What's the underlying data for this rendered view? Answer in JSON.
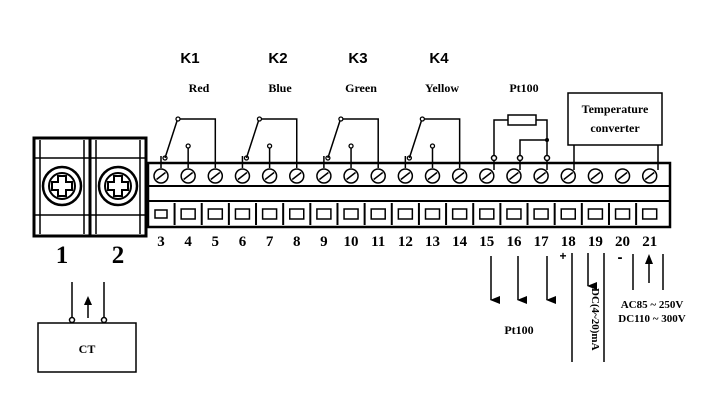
{
  "relays": [
    {
      "name": "K1",
      "color": "Red"
    },
    {
      "name": "K2",
      "color": "Blue"
    },
    {
      "name": "K3",
      "color": "Green"
    },
    {
      "name": "K4",
      "color": "Yellow"
    }
  ],
  "pt100_top": "Pt100",
  "converter": {
    "line1": "Temperature",
    "line2": "converter"
  },
  "ct_terminals": [
    "1",
    "2"
  ],
  "terminals": [
    "3",
    "4",
    "5",
    "6",
    "7",
    "8",
    "9",
    "10",
    "11",
    "12",
    "13",
    "14",
    "15",
    "16",
    "17",
    "18",
    "19",
    "20",
    "21"
  ],
  "ct_label": "CT",
  "pt100_bottom": "Pt100",
  "dc_label": "DC(4~20)mA",
  "plus_sign": "+",
  "minus_sign": "-",
  "power": {
    "line1": "AC85 ~ 250V",
    "line2": "DC110 ~ 300V"
  }
}
